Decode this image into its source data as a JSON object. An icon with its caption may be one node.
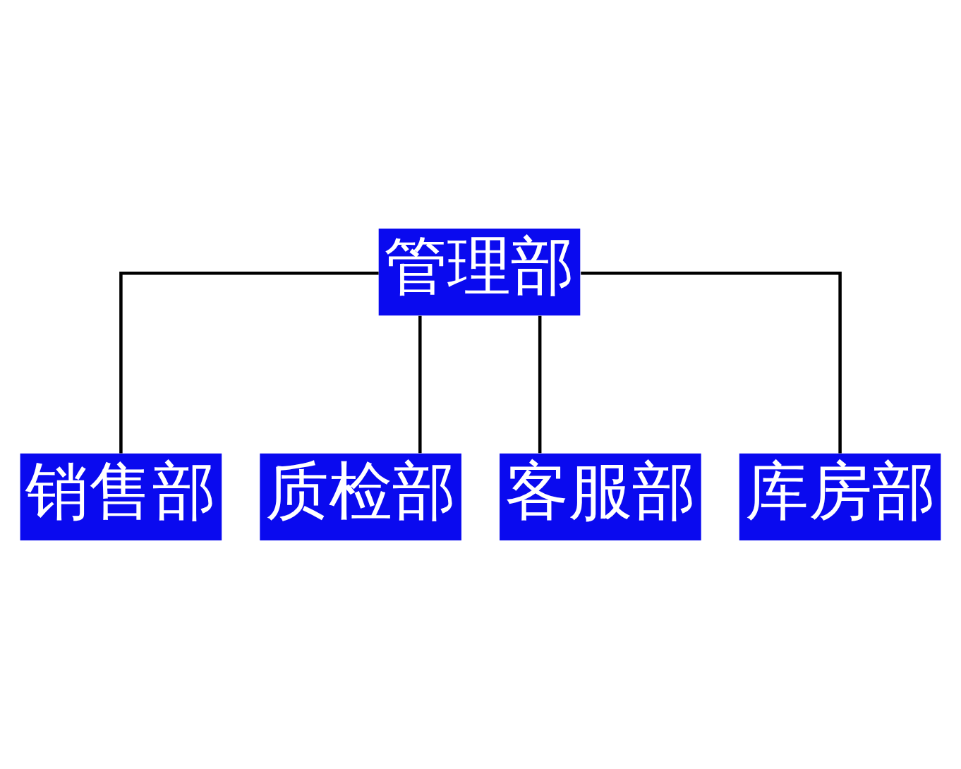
{
  "diagram": {
    "nodes": [
      {
        "text": [
          "管理部"
        ]
      },
      {
        "text": [
          "销售部"
        ]
      },
      {
        "text": [
          "质检部"
        ]
      },
      {
        "text": [
          "客服部"
        ]
      },
      {
        "text": [
          "库房部"
        ]
      }
    ],
    "edges": [
      {
        "from": 0,
        "to": 1,
        "arrow": "none"
      },
      {
        "from": 0,
        "to": 2,
        "arrow": "none"
      },
      {
        "from": 0,
        "to": 3,
        "arrow": "none"
      },
      {
        "from": 0,
        "to": 4,
        "arrow": "none"
      }
    ]
  }
}
